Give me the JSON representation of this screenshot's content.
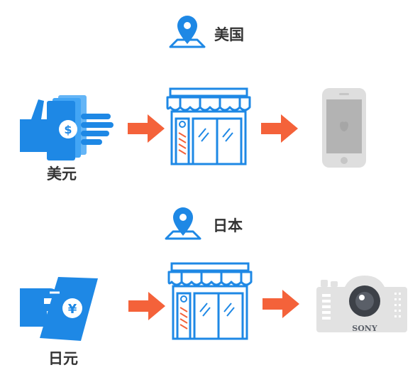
{
  "colors": {
    "blue": "#1e88e5",
    "light_blue": "#64b5f6",
    "orange": "#f4623a",
    "gray": "#dedede",
    "dark": "#333333"
  },
  "rows": [
    {
      "location_label": "美国",
      "currency_label": "美元",
      "location_icon": "map-pin-icon",
      "currency_icon": "dollar-bills-hand-icon",
      "store_icon": "storefront-icon",
      "product_icon": "smartphone-icon"
    },
    {
      "location_label": "日本",
      "currency_label": "日元",
      "location_icon": "map-pin-icon",
      "currency_icon": "yen-bill-hand-icon",
      "store_icon": "storefront-icon",
      "product_icon": "camera-icon",
      "product_brand": "SONY"
    }
  ]
}
